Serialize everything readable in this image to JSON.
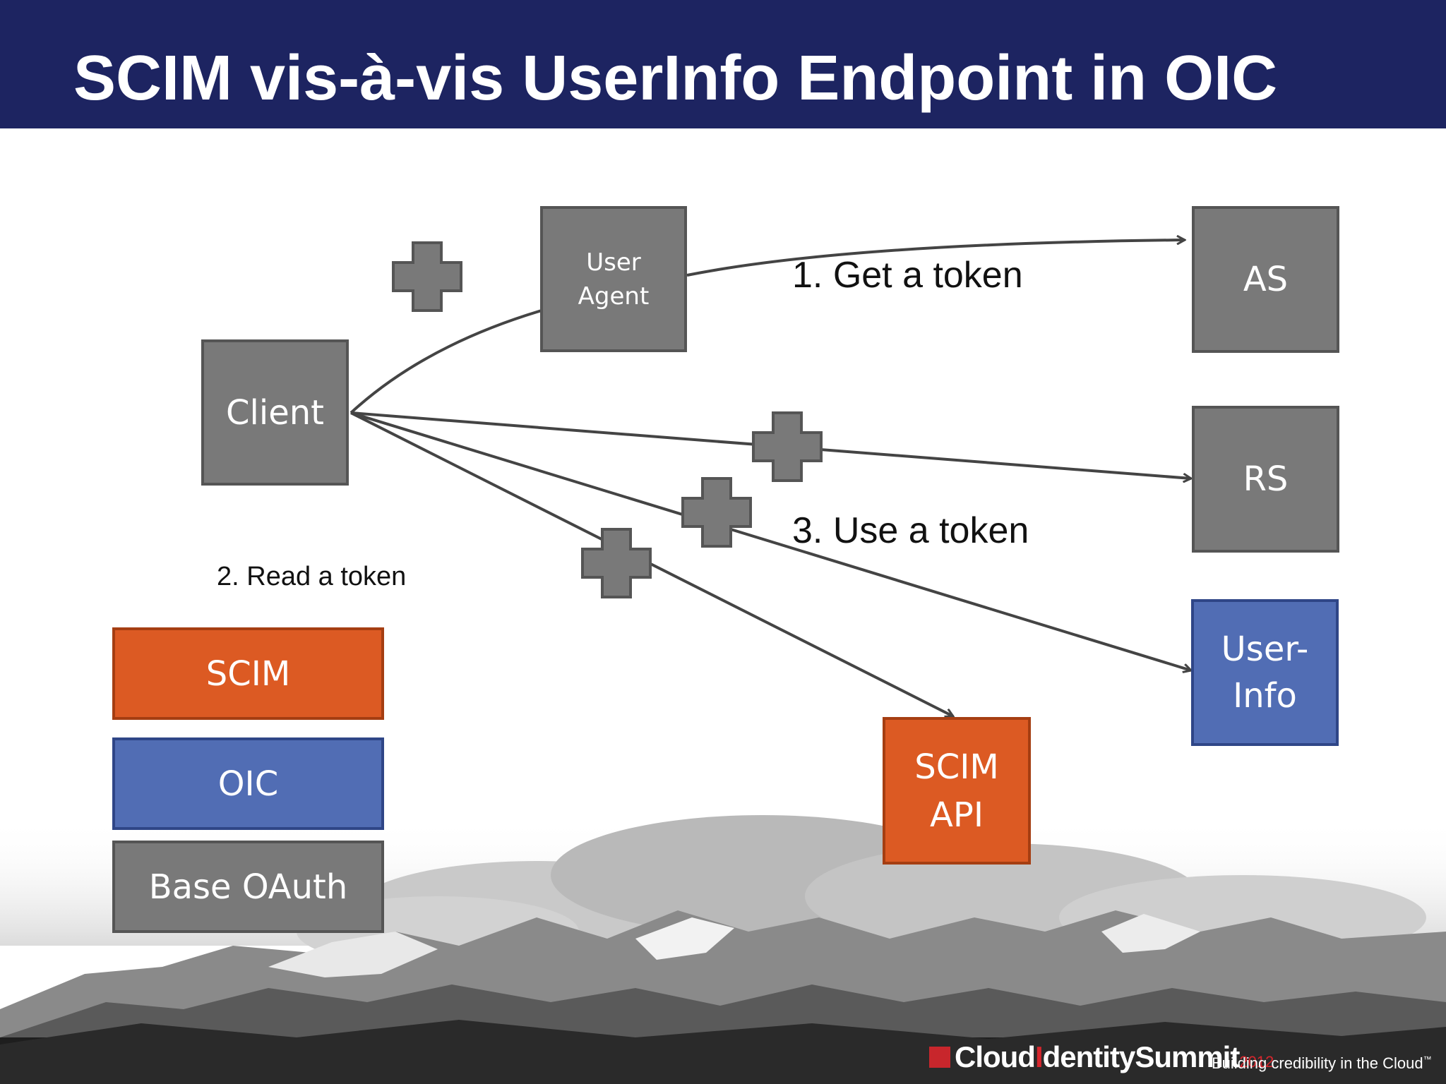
{
  "slide": {
    "title": "SCIM vis-à-vis UserInfo Endpoint in OIC"
  },
  "nodes": {
    "user_agent": "User\nAgent",
    "client": "Client",
    "as": "AS",
    "rs": "RS",
    "userinfo": "User-\nInfo",
    "scim_api": "SCIM\nAPI"
  },
  "labels": {
    "get_token": "1. Get a token",
    "use_token": "3. Use a token",
    "read_token": "2. Read a token"
  },
  "stack": {
    "scim": "SCIM",
    "oic": "OIC",
    "base_oauth": "Base OAuth"
  },
  "footer": {
    "brand_cloud": "Cloud",
    "brand_i": "I",
    "brand_dentity": "dentity",
    "brand_summit": "Summit",
    "year": "2012",
    "tagline": "Building credibility in the Cloud",
    "tm": "™"
  },
  "colors": {
    "header": "#1d2461",
    "node_gray": "#797979",
    "node_orange": "#dc5a23",
    "node_blue": "#516db4"
  }
}
